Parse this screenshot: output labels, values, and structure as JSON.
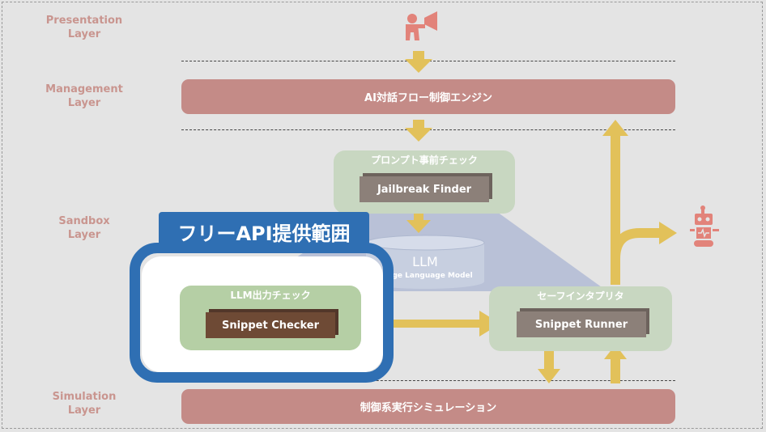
{
  "layers": {
    "presentation": "Presentation\nLayer",
    "management": "Management\nLayer",
    "sandbox": "Sandbox\nLayer",
    "simulation": "Simulation\nLayer"
  },
  "management_bar": "AI対話フロー制御エンジン",
  "simulation_bar": "制御系実行シミュレーション",
  "prompt_check": {
    "title": "プロンプト事前チェック",
    "module": "Jailbreak Finder"
  },
  "llm": {
    "title": "LLM",
    "subtitle": "Large Language Model"
  },
  "llm_output_check": {
    "title": "LLM出力チェック",
    "module": "Snippet Checker"
  },
  "safe_interpreter": {
    "title": "セーフインタプリタ",
    "module": "Snippet Runner"
  },
  "free_api": {
    "label": "フリーAPI提供範囲"
  },
  "icons": [
    "user-megaphone-icon",
    "robot-icon"
  ],
  "colors": {
    "accent_blue": "#2f6fb3",
    "arrow_yellow": "#e2c15a",
    "layer_bar": "#c48b87",
    "green_box": "#b5cfa5",
    "module_dark": "#6e4a35",
    "module_gray": "#8c8079"
  }
}
